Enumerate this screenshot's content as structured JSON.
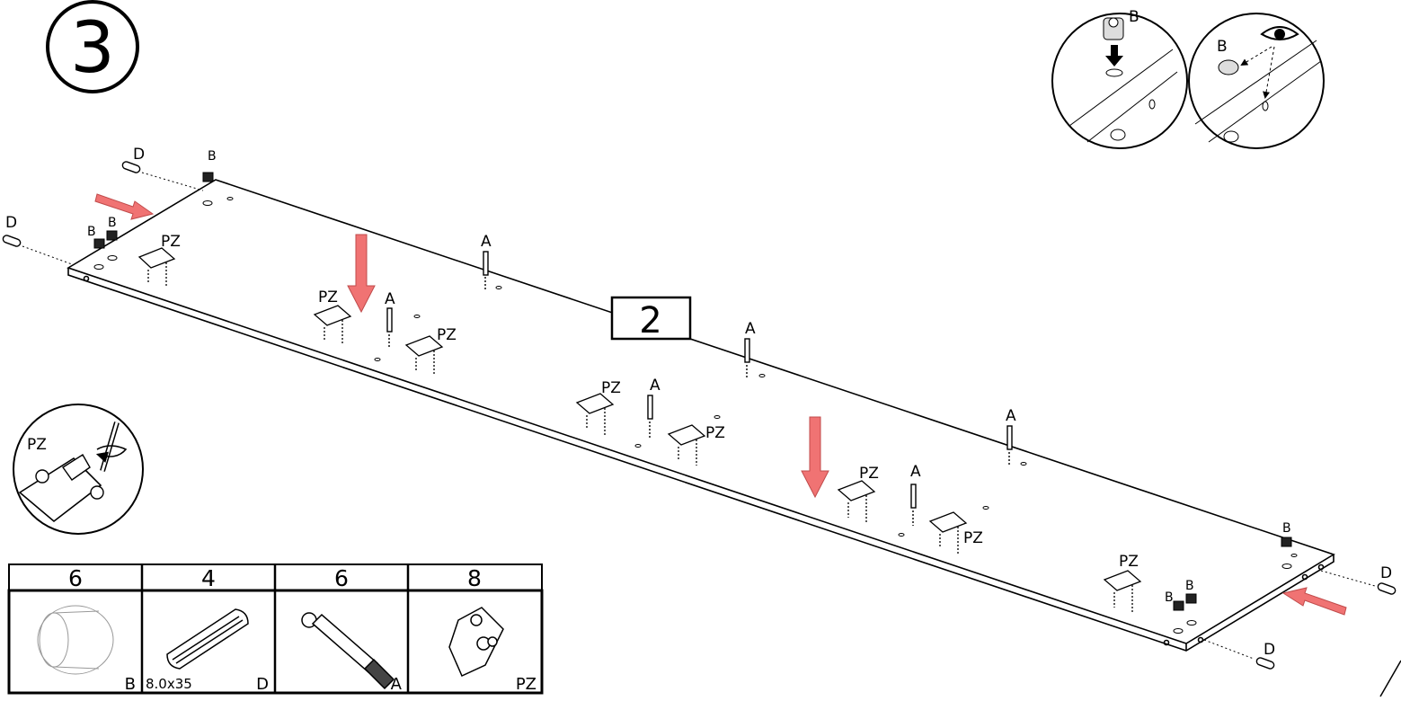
{
  "step": {
    "number": "3"
  },
  "panel": {
    "label": "2"
  },
  "labels": {
    "cam": "B",
    "dowel": "D",
    "pin": "A",
    "hinge_plate": "PZ"
  },
  "detail_circles": [
    {
      "name": "cam-insert-detail",
      "label": "B"
    },
    {
      "name": "cam-orientation-detail",
      "label": "B"
    },
    {
      "name": "screwdriver-detail",
      "label": "PZ"
    }
  ],
  "parts_table": [
    {
      "count": "6",
      "letter": "B",
      "size": "",
      "icon": "cam-lock-icon"
    },
    {
      "count": "4",
      "letter": "D",
      "size": "8.0x35",
      "icon": "wood-dowel-icon"
    },
    {
      "count": "6",
      "letter": "A",
      "size": "",
      "icon": "cam-pin-icon"
    },
    {
      "count": "8",
      "letter": "PZ",
      "size": "",
      "icon": "hinge-plate-icon"
    }
  ],
  "colors": {
    "arrow": "#f07373",
    "line": "#000000"
  }
}
